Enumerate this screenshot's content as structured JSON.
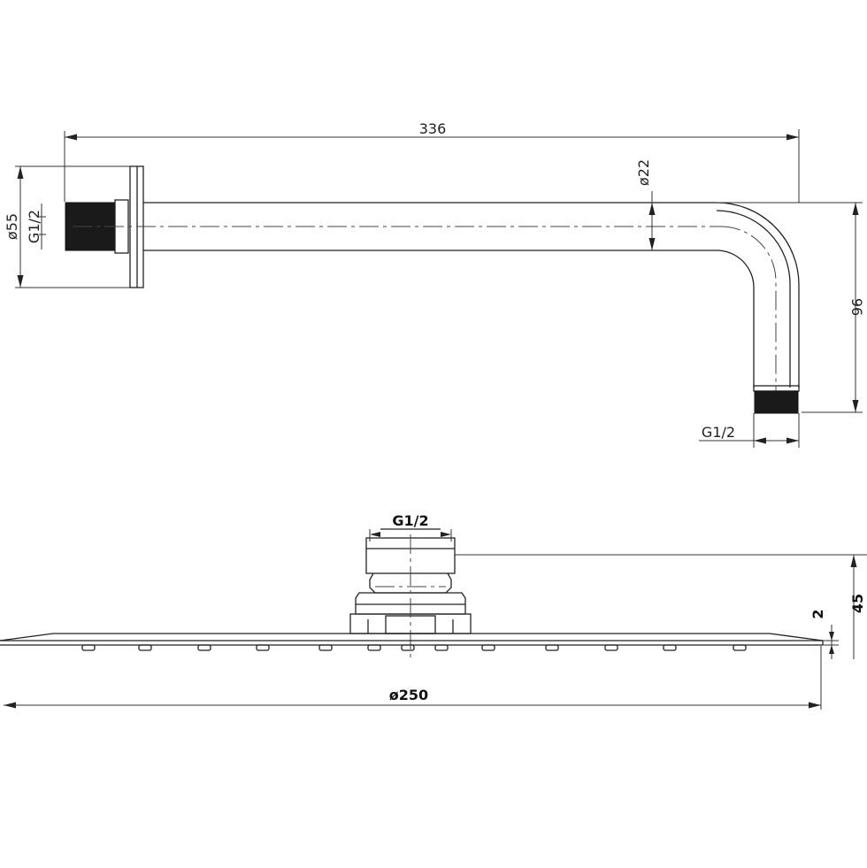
{
  "arm_view": {
    "dim_length": "336",
    "dim_pipe_diameter": "ø22",
    "dim_flange_diameter": "ø55",
    "dim_drop": "96",
    "thread_inlet": "G1/2",
    "thread_outlet": "G1/2"
  },
  "head_view": {
    "thread_connector": "G1/2",
    "dim_height": "45",
    "dim_plate_thickness": "2",
    "dim_diameter": "ø250"
  }
}
